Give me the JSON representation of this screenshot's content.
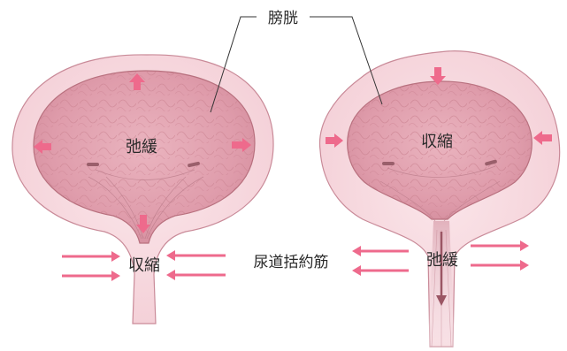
{
  "title_label": "膀胱",
  "left_bladder": {
    "wall_state": "弛緩",
    "sphincter_state": "収縮"
  },
  "right_bladder": {
    "wall_state": "収縮",
    "sphincter_state": "弛緩"
  },
  "sphincter_label": "尿道括約筋",
  "colors": {
    "arrow": "#ee6a8c",
    "outer_wall": "#f8dce2",
    "inner_wall": "#e6a3b0",
    "outline": "#b8707e",
    "leader_line": "#333333"
  }
}
